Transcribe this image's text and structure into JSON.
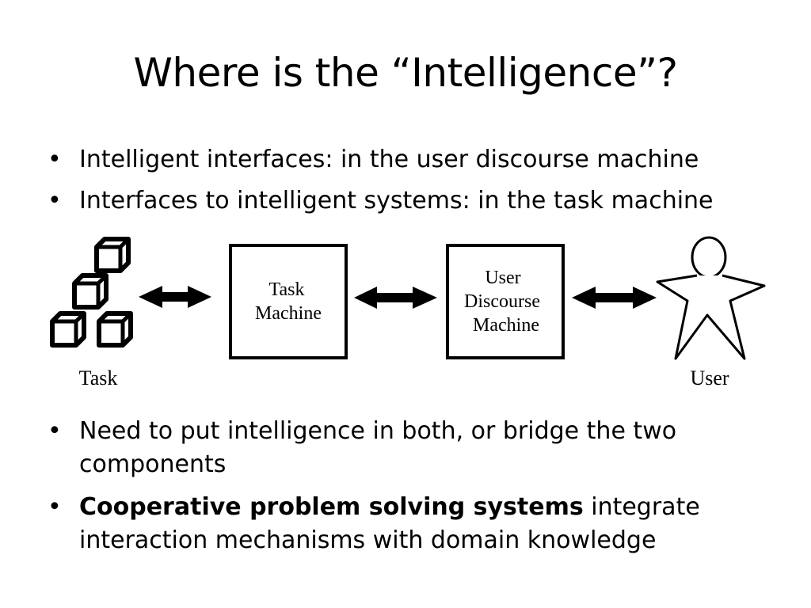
{
  "slide": {
    "title": "Where is the “Intelligence”?"
  },
  "bullets_top": [
    "Intelligent interfaces: in the user discourse machine",
    "Interfaces to intelligent systems: in the task machine"
  ],
  "diagram": {
    "task_label": "Task",
    "task_machine": {
      "line1": "Task",
      "line2": "Machine"
    },
    "user_discourse_machine": {
      "line1": "User",
      "line2": "Discourse",
      "line3": "Machine"
    },
    "user_label": "User"
  },
  "bullets_bottom": [
    {
      "text": "Need to put intelligence in both, or bridge the two components"
    },
    {
      "bold": "Cooperative problem solving systems",
      "text": " integrate interaction mechanisms with domain knowledge"
    }
  ]
}
